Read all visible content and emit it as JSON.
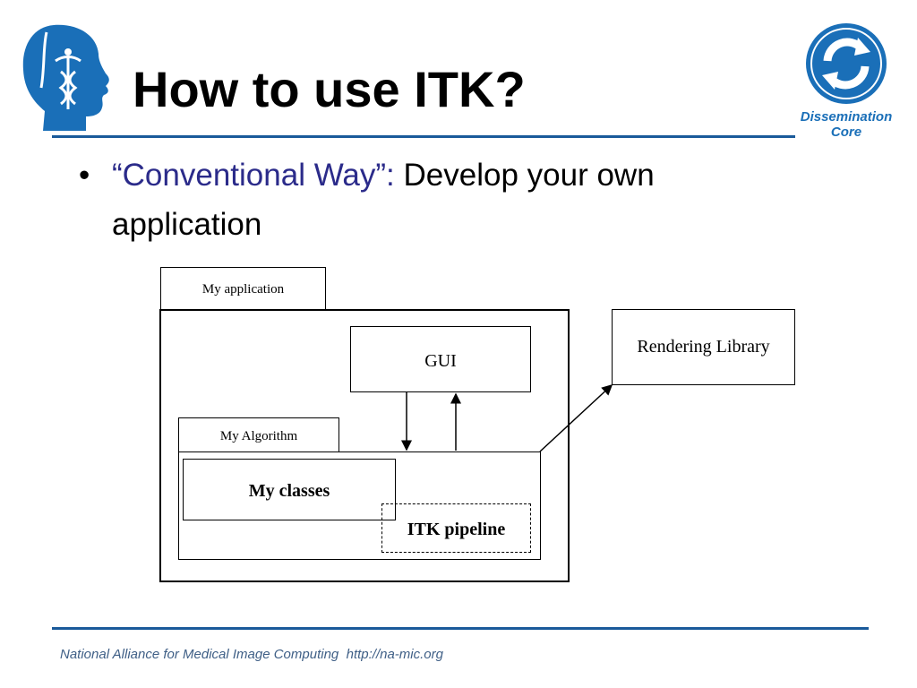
{
  "slide": {
    "title": "How to use ITK?",
    "bullet": {
      "highlight": "“Conventional Way”:",
      "rest": " Develop your own application"
    }
  },
  "logos": {
    "left": {
      "icon": "slicer-head-caduceus-icon"
    },
    "right": {
      "icon": "dissemination-core-arrows-icon",
      "label_line1": "Dissemination",
      "label_line2": "Core"
    }
  },
  "diagram": {
    "my_application_tab": "My application",
    "gui": "GUI",
    "rendering_library": "Rendering Library",
    "my_algorithm_tab": "My Algorithm",
    "my_classes": "My classes",
    "itk_pipeline": "ITK pipeline"
  },
  "footer": {
    "text": "National Alliance for Medical Image Computing  http://na-mic.org"
  },
  "colors": {
    "accent_blue": "#1a5a9a",
    "highlight_text": "#2b2b8a",
    "logo_blue": "#1a6fb8"
  }
}
